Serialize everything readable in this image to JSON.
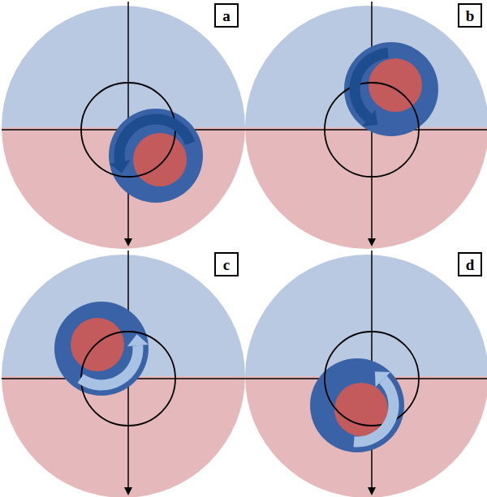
{
  "diagram": {
    "nodes": [
      {
        "text": [
          "a"
        ]
      },
      {
        "text": [
          "b"
        ]
      },
      {
        "text": [
          "c"
        ]
      },
      {
        "text": [
          "d"
        ]
      }
    ]
  }
}
